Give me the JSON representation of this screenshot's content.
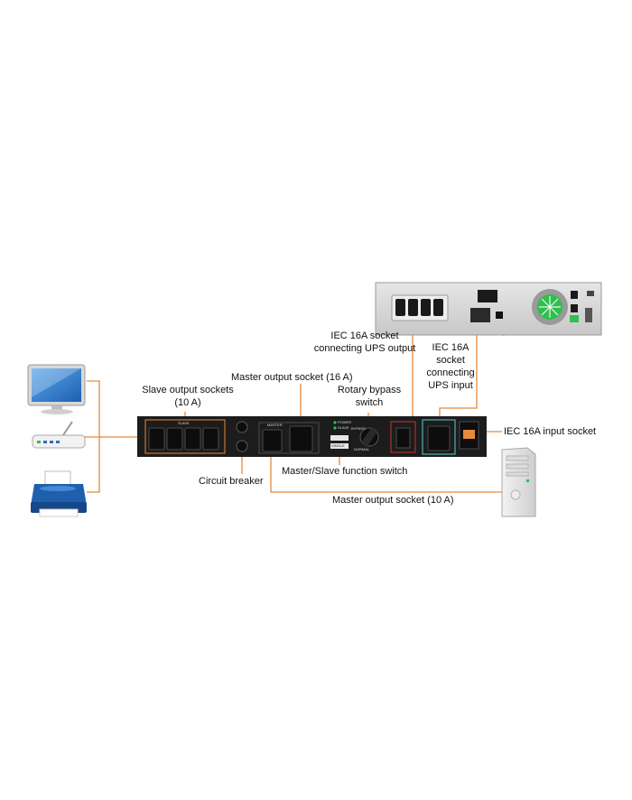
{
  "labels": {
    "slave_sockets_line1": "Slave output sockets",
    "slave_sockets_line2": "(10 A)",
    "master_socket_16a": "Master output socket (16 A)",
    "rotary_line1": "Rotary bypass",
    "rotary_line2": "switch",
    "ups_output_line1": "IEC 16A socket",
    "ups_output_line2": "connecting UPS output",
    "ups_input_line1": "IEC 16A",
    "ups_input_line2": "socket",
    "ups_input_line3": "connecting",
    "ups_input_line4": "UPS input",
    "iec_input": "IEC 16A input socket",
    "circuit_breaker": "Circuit breaker",
    "master_slave_switch": "Master/Slave function switch",
    "master_socket_10a": "Master output socket (10 A)"
  },
  "panel_text": {
    "slave": "SLAVE",
    "master": "MASTER",
    "power": "POWER",
    "slave_led": "SLAVE",
    "single": "SINGLE",
    "bypass": "BYPASS",
    "normal": "NORMAL"
  },
  "colors": {
    "connector_line": "#e8893a",
    "panel": "#1c1c1c",
    "ups": "#dcdcdc",
    "monitor_blue": "#2a6fc0",
    "fan_green": "#2fbf4f"
  },
  "devices": [
    "monitor-icon",
    "router-icon",
    "printer-icon",
    "tower-pc-icon",
    "ups-unit",
    "bypass-panel"
  ]
}
